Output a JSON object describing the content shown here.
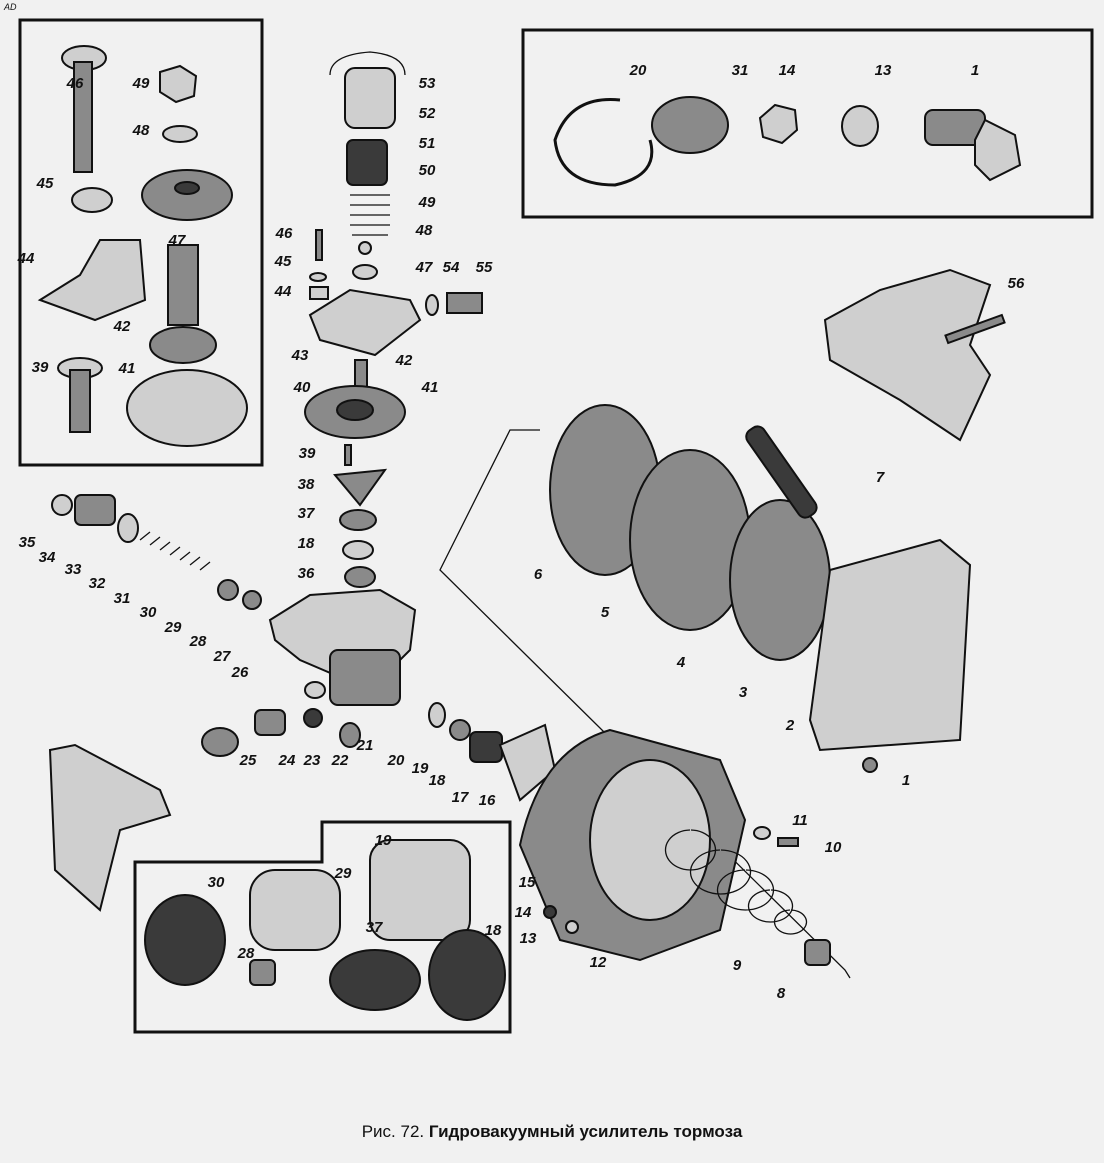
{
  "corner_mark": "AD",
  "caption": {
    "prefix": "Рис. 72.",
    "title": "Гидровакуумный усилитель тормоза"
  },
  "callouts": {
    "box_top_left": [
      "46",
      "49",
      "48",
      "45",
      "47",
      "44",
      "42",
      "39",
      "41"
    ],
    "valve_column": [
      "53",
      "52",
      "51",
      "50",
      "49",
      "48",
      "47",
      "46",
      "45",
      "44",
      "54",
      "55",
      "43",
      "42",
      "40",
      "41",
      "39",
      "38",
      "37",
      "18",
      "36"
    ],
    "box_top_right": [
      "20",
      "31",
      "14",
      "13",
      "1"
    ],
    "bracket": [
      "56"
    ],
    "left_chain": [
      "35",
      "34",
      "33",
      "32",
      "31",
      "30",
      "29",
      "28",
      "27",
      "26",
      "25",
      "24",
      "23",
      "22",
      "21",
      "20",
      "19",
      "18",
      "17",
      "16"
    ],
    "chamber": [
      "6",
      "5",
      "4",
      "3",
      "7",
      "2",
      "1",
      "11",
      "10",
      "15",
      "14",
      "13",
      "12",
      "9",
      "8"
    ],
    "box_bottom": [
      "19",
      "30",
      "29",
      "37",
      "28",
      "18"
    ]
  }
}
